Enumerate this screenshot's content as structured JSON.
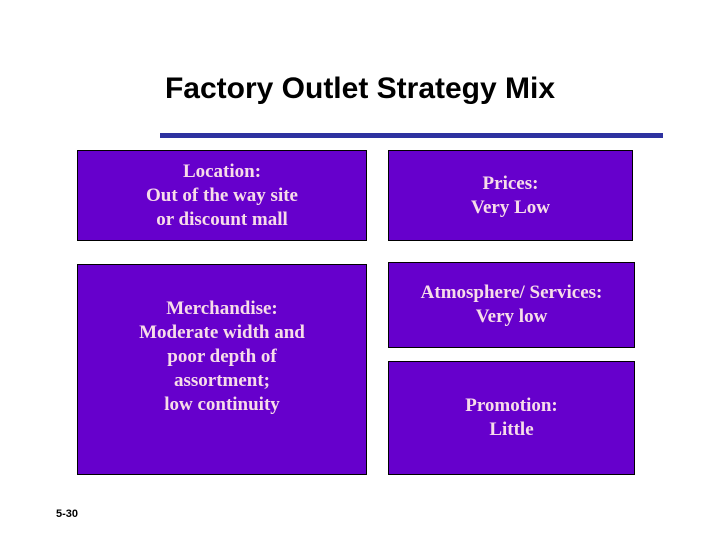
{
  "slide": {
    "title": "Factory Outlet Strategy Mix",
    "slide_number": "5-30",
    "colors": {
      "background": "#FFFFFF",
      "title_text": "#000000",
      "rule": "#2E32A0",
      "box_fill": "#6600CC",
      "box_border": "#000000",
      "box_text": "#F7DCE9"
    },
    "boxes": [
      {
        "id": "location",
        "name": "Location",
        "lines": [
          "Location:",
          "Out of the way site",
          "or discount mall"
        ]
      },
      {
        "id": "prices",
        "name": "Prices",
        "lines": [
          "Prices:",
          "Very Low"
        ]
      },
      {
        "id": "merchandise",
        "name": "Merchandise",
        "lines": [
          "Merchandise:",
          "Moderate width and",
          "poor depth of",
          "assortment;",
          "low continuity"
        ]
      },
      {
        "id": "atmosphere",
        "name": "Atmosphere and Services",
        "lines": [
          "Atmosphere/ Services:",
          "Very low"
        ]
      },
      {
        "id": "promotion",
        "name": "Promotion",
        "lines": [
          "Promotion:",
          "Little"
        ]
      }
    ]
  }
}
